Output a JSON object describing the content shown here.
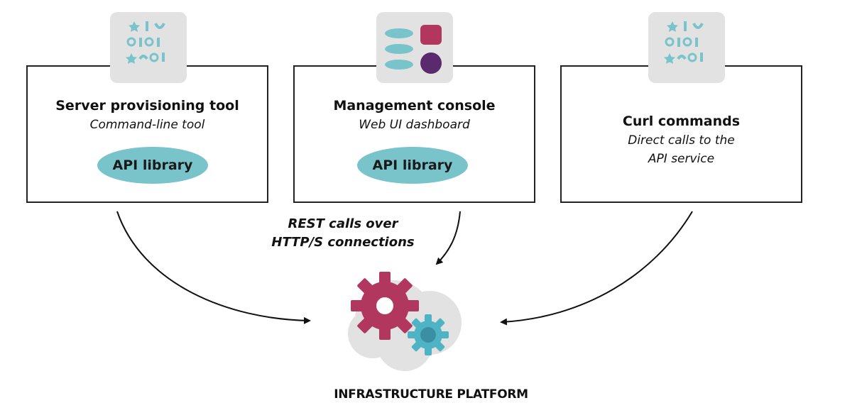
{
  "boxes": [
    {
      "title": "Server provisioning tool",
      "subtitle": "Command-line tool",
      "badge": "API library",
      "icon": "code-card-icon"
    },
    {
      "title": "Management console",
      "subtitle": "Web UI dashboard",
      "badge": "API library",
      "icon": "dashboard-card-icon"
    },
    {
      "title": "Curl commands",
      "subtitle_line1": "Direct calls to the",
      "subtitle_line2": "API service",
      "icon": "code-card-icon"
    }
  ],
  "connection_label": {
    "line1": "REST calls over",
    "line2": "HTTP/S connections"
  },
  "platform": {
    "label": "INFRASTRUCTURE PLATFORM",
    "icon": "gears-icon"
  },
  "colors": {
    "accent_purple": "#5b2a6e",
    "accent_teal": "#79c4ca",
    "accent_crimson": "#b2375f",
    "card_grey": "#e2e2e2"
  }
}
